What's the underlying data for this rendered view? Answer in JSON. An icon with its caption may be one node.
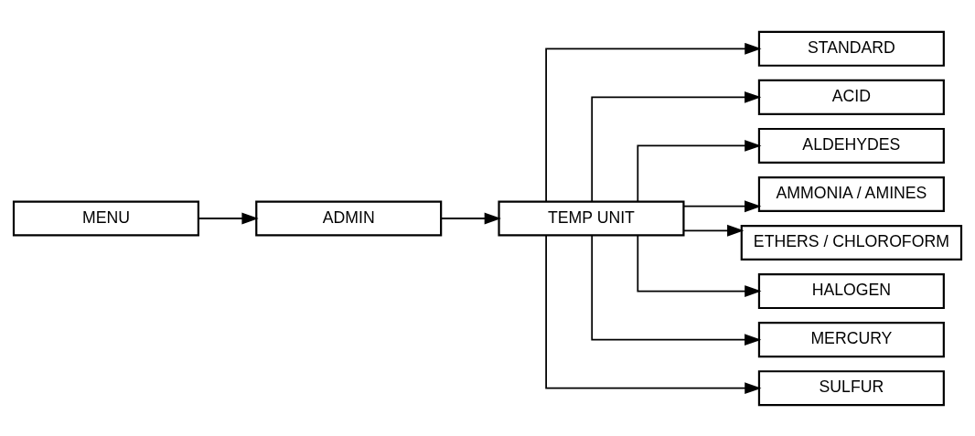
{
  "diagram": {
    "nodes": [
      {
        "text": [
          "MENU"
        ]
      },
      {
        "text": [
          "ADMIN"
        ]
      },
      {
        "text": [
          "TEMP UNIT"
        ]
      },
      {
        "text": [
          "STANDARD"
        ]
      },
      {
        "text": [
          "ACID"
        ]
      },
      {
        "text": [
          "ALDEHYDES"
        ]
      },
      {
        "text": [
          "AMMONIA / AMINES"
        ]
      },
      {
        "text": [
          "ETHERS / CHLOROFORM"
        ]
      },
      {
        "text": [
          "HALOGEN"
        ]
      },
      {
        "text": [
          "MERCURY"
        ]
      },
      {
        "text": [
          "SULFUR"
        ]
      }
    ],
    "edges": [
      {
        "from": 0,
        "to": 1,
        "arrow": "to"
      },
      {
        "from": 1,
        "to": 2,
        "arrow": "to"
      },
      {
        "from": 2,
        "to": 3,
        "arrow": "to"
      },
      {
        "from": 2,
        "to": 4,
        "arrow": "to"
      },
      {
        "from": 2,
        "to": 5,
        "arrow": "to"
      },
      {
        "from": 2,
        "to": 6,
        "arrow": "to"
      },
      {
        "from": 2,
        "to": 7,
        "arrow": "to"
      },
      {
        "from": 2,
        "to": 8,
        "arrow": "to"
      },
      {
        "from": 2,
        "to": 9,
        "arrow": "to"
      },
      {
        "from": 2,
        "to": 10,
        "arrow": "to"
      }
    ]
  }
}
